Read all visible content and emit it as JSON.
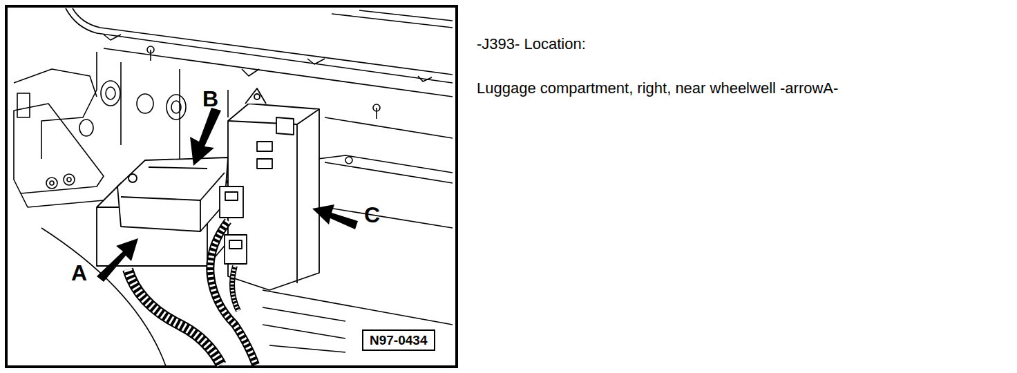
{
  "diagram": {
    "nodes": [
      {
        "text": [
          "N97-0434"
        ]
      }
    ],
    "labels": [
      "B",
      "A",
      "C",
      "-J393- Location:",
      "Luggage compartment, right, near wheelwell -arrowA-"
    ]
  }
}
